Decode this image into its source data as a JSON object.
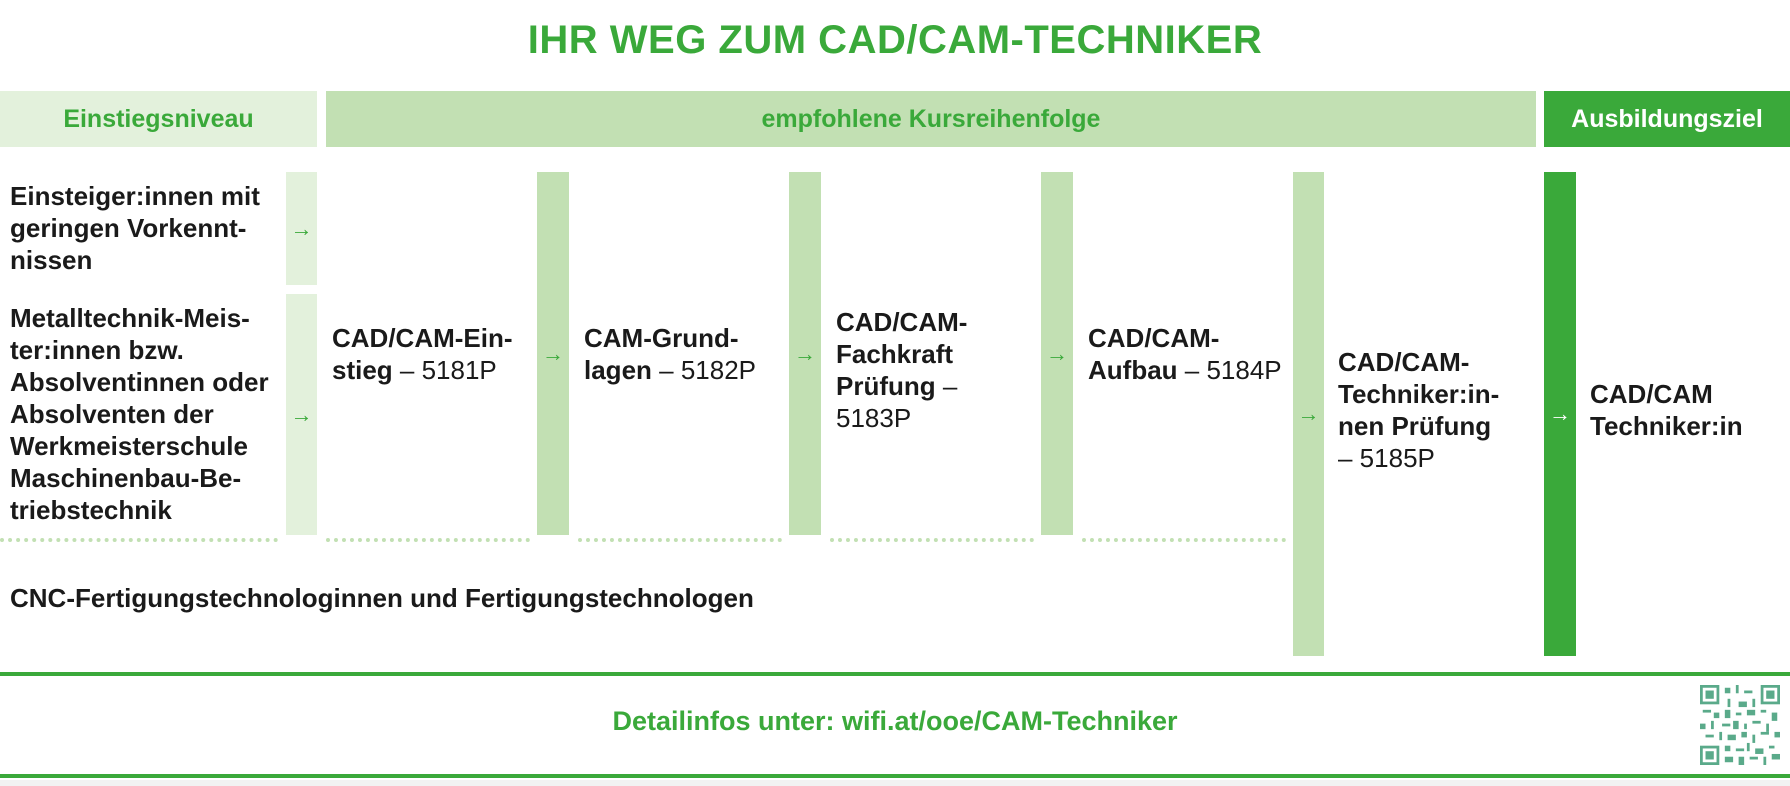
{
  "title": "IHR WEG ZUM CAD/CAM-TECHNIKER",
  "headers": {
    "level": "Einstiegsniveau",
    "sequence": "empfohlene Kursreihenfolge",
    "goal": "Ausbildungsziel"
  },
  "entry_levels": [
    "Einsteiger:innen mit geringen Vorkennt-nissen",
    "Metalltechnik-Meis-ter:innen bzw. Absolventinnen oder Absolventen der Werkmeisterschule Maschinenbau-Be-triebstechnik",
    "CNC-Fertigungstechnologinnen und Fertigungstechnologen"
  ],
  "courses": [
    {
      "name_line1": "CAD/CAM-Ein-",
      "name_line2": "stieg",
      "code": " – 5181P"
    },
    {
      "name_line1": "CAM-Grund-",
      "name_line2": "lagen",
      "code": " – 5182P"
    },
    {
      "name_line1": "CAD/CAM-",
      "name_line2": "Fachkraft",
      "name_line3": "Prüfung",
      "code": " – 5183P"
    },
    {
      "name_line1": "CAD/CAM-",
      "name_line2": "Aufbau",
      "code": " – 5184P"
    },
    {
      "name_line1": "CAD/CAM-",
      "name_line2": "Techniker:in-",
      "name_line3": "nen Prüfung",
      "code": "– 5185P"
    }
  ],
  "goal": {
    "line1": "CAD/CAM",
    "line2": "Techniker:in"
  },
  "arrow_glyph": "→",
  "footer": "Detailinfos unter: wifi.at/ooe/CAM-Techniker",
  "colors": {
    "accent": "#3aa93a",
    "light": "#e3f1dc",
    "mid": "#c2e0b3"
  }
}
